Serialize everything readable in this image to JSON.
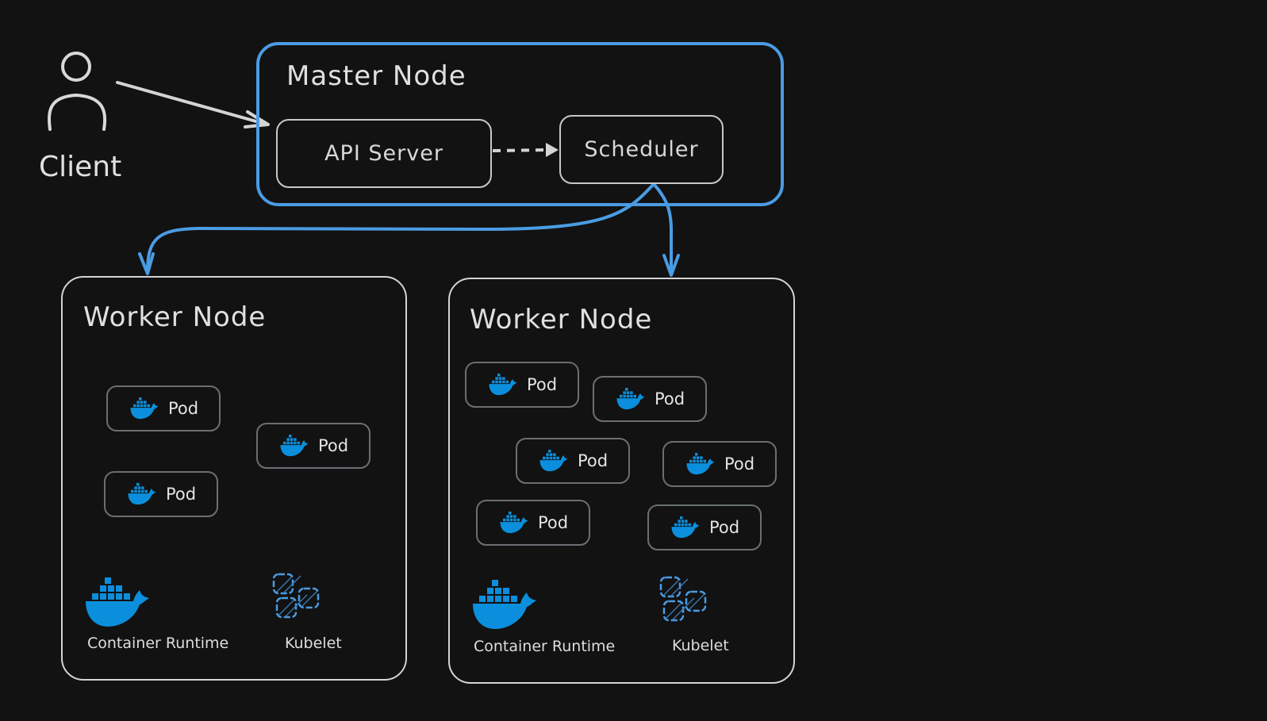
{
  "diagram": {
    "client": {
      "label": "Client"
    },
    "master": {
      "title": "Master Node",
      "api_server": "API Server",
      "scheduler": "Scheduler"
    },
    "workers": [
      {
        "title": "Worker Node",
        "pods": [
          "Pod",
          "Pod",
          "Pod"
        ],
        "runtime_label": "Container Runtime",
        "kubelet_label": "Kubelet"
      },
      {
        "title": "Worker Node",
        "pods": [
          "Pod",
          "Pod",
          "Pod",
          "Pod",
          "Pod",
          "Pod"
        ],
        "runtime_label": "Container Runtime",
        "kubelet_label": "Kubelet"
      }
    ],
    "edges": [
      {
        "from": "Client",
        "to": "API Server",
        "style": "solid"
      },
      {
        "from": "API Server",
        "to": "Scheduler",
        "style": "dashed"
      },
      {
        "from": "Scheduler",
        "to": "Worker Node 1",
        "style": "solid"
      },
      {
        "from": "Scheduler",
        "to": "Worker Node 2",
        "style": "solid"
      }
    ],
    "colors": {
      "background": "#121212",
      "accent_blue": "#4a9ce3",
      "docker_blue": "#0b8fdd",
      "stroke": "#d4d4d4",
      "pod_border": "#6b6f73"
    },
    "icons": {
      "client": "person-icon",
      "pod": "docker-whale-icon",
      "runtime": "docker-whale-icon",
      "kubelet": "kubelet-cubes-icon"
    }
  }
}
